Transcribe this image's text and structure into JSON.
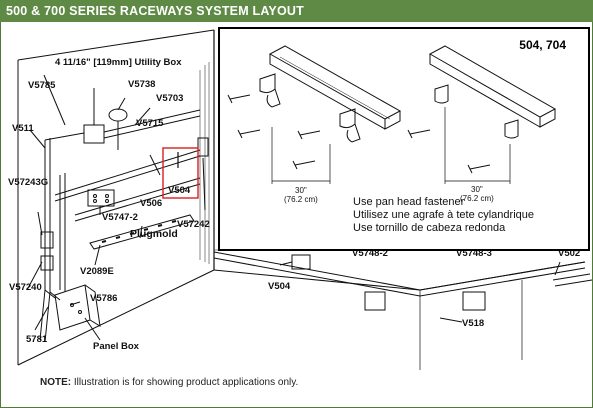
{
  "header": {
    "title": "500 & 700 SERIES RACEWAYS SYSTEM LAYOUT"
  },
  "labels": {
    "utility_box": "4 11/16\" [119mm] Utility Box",
    "v5785": "V5785",
    "v5738": "V5738",
    "v5703": "V5703",
    "v5715": "V5715",
    "v511": "V511",
    "v57243g": "V57243G",
    "v504_boxed": "V504",
    "v506": "V506",
    "v5747_2": "V5747-2",
    "v57242": "V57242",
    "plugmold": "Plugmold",
    "v2089e": "V2089E",
    "v5786": "V5786",
    "v57240": "V57240",
    "label_5781": "5781",
    "panel_box": "Panel Box",
    "v504_lower": "V504",
    "v5748_2_partial": "V5748-2",
    "v5748_3_partial": "V5748-3",
    "v5702_partial": "V502",
    "v518": "V518"
  },
  "inset": {
    "series": "504, 704",
    "dim_left": "30\"\n(76.2 cm)",
    "dim_right": "30\"\n(76.2 cm)",
    "fastener_lines": [
      "Use pan head fastener",
      "Utilisez une agrafe à tete cylandrique",
      "Use tornillo de cabeza redonda"
    ]
  },
  "note": {
    "prefix": "NOTE:",
    "text": " Illustration is for showing product applications only."
  },
  "colors": {
    "header_bg": "#5f8a45",
    "highlight_box": "#d9201f",
    "line": "#111111"
  }
}
